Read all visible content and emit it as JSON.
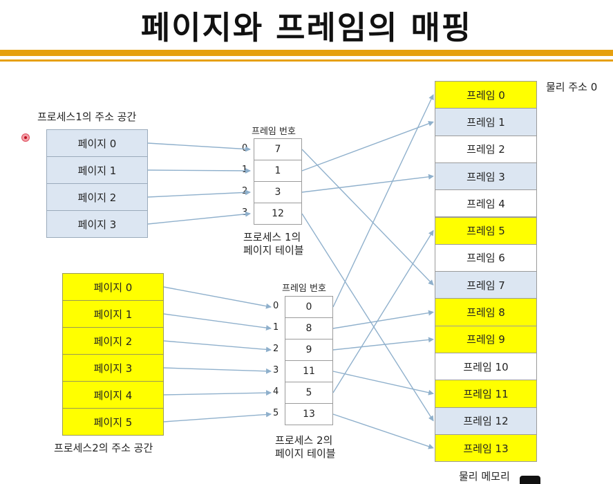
{
  "title": "페이지와 프레임의 매핑",
  "process1": {
    "label": "프로세스1의 주소 공간",
    "pages": [
      "페이지 0",
      "페이지 1",
      "페이지 2",
      "페이지 3"
    ]
  },
  "page_table1": {
    "header": "프레임 번호",
    "caption_line1": "프로세스 1의",
    "caption_line2": "페이지 테이블",
    "indices": [
      "0",
      "1",
      "2",
      "3"
    ],
    "frames": [
      "7",
      "1",
      "3",
      "12"
    ]
  },
  "process2": {
    "label": "프로세스2의 주소 공간",
    "pages": [
      "페이지 0",
      "페이지 1",
      "페이지 2",
      "페이지 3",
      "페이지 4",
      "페이지 5"
    ]
  },
  "page_table2": {
    "header": "프레임 번호",
    "caption_line1": "프로세스 2의",
    "caption_line2": "페이지 테이블",
    "indices": [
      "0",
      "1",
      "2",
      "3",
      "4",
      "5"
    ],
    "frames": [
      "0",
      "8",
      "9",
      "11",
      "5",
      "13"
    ]
  },
  "physical_memory": {
    "address_label": "물리 주소 0",
    "bottom_label": "물리 메모리",
    "frames": [
      {
        "label": "프레임 0",
        "owner": "process2"
      },
      {
        "label": "프레임 1",
        "owner": "process1"
      },
      {
        "label": "프레임 2",
        "owner": "none"
      },
      {
        "label": "프레임 3",
        "owner": "process1"
      },
      {
        "label": "프레임 4",
        "owner": "none"
      },
      {
        "label": "프레임 5",
        "owner": "process2"
      },
      {
        "label": "프레임 6",
        "owner": "none"
      },
      {
        "label": "프레임 7",
        "owner": "process1"
      },
      {
        "label": "프레임 8",
        "owner": "process2"
      },
      {
        "label": "프레임 9",
        "owner": "process2"
      },
      {
        "label": "프레임 10",
        "owner": "none"
      },
      {
        "label": "프레임 11",
        "owner": "process2"
      },
      {
        "label": "프레임 12",
        "owner": "process1"
      },
      {
        "label": "프레임 13",
        "owner": "process2"
      }
    ]
  },
  "colors": {
    "accent_bar": "#e6a00e",
    "process1_fill": "#dce6f2",
    "process2_fill": "#ffff00",
    "arrow": "#8fb0cc"
  }
}
